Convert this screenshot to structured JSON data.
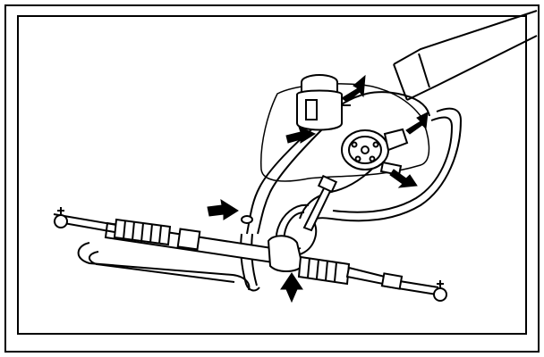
{
  "figure": {
    "description_visible_text": "",
    "line_color": "#000000",
    "background_color": "#ffffff",
    "fill_white": "#ffffff",
    "callouts": [
      {
        "id": "reservoir-cap",
        "icon": "arrow-icon"
      },
      {
        "id": "reservoir-outlet",
        "icon": "arrow-icon"
      },
      {
        "id": "pump-pressure-port",
        "icon": "arrow-icon"
      },
      {
        "id": "pump-return-port",
        "icon": "arrow-icon"
      },
      {
        "id": "hose-clamp",
        "icon": "arrow-icon"
      },
      {
        "id": "gear-valve-fitting",
        "icon": "arrow-icon"
      }
    ]
  }
}
